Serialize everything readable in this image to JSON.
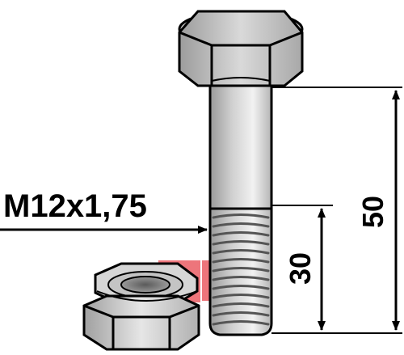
{
  "labels": {
    "thread_spec": "M12x1,75",
    "total_length": "50",
    "thread_length": "30"
  },
  "colors": {
    "outline": "#000000",
    "background": "#ffffff",
    "metal_light": "#e4e4e4",
    "metal_mid": "#bdbdbd",
    "metal_dark": "#8f8f8f",
    "watermark": "#e8474f"
  }
}
